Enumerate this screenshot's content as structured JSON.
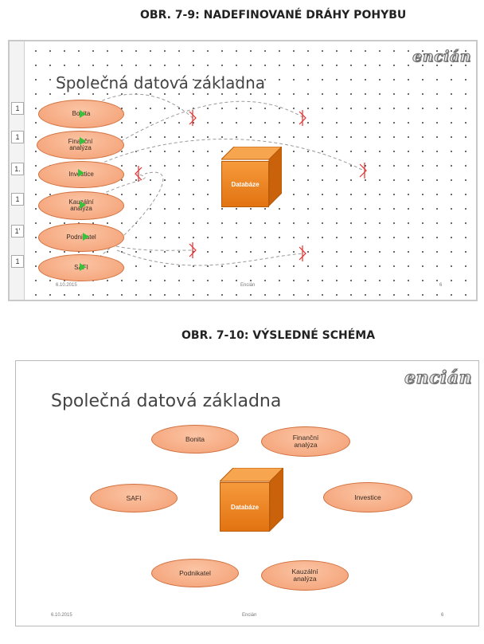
{
  "captions": [
    {
      "prefix": "OBR.",
      "number": "7-9:",
      "first": "N",
      "rest": "ADEFINOVANÉ DRÁHY POHYBU"
    },
    {
      "prefix": "OBR.",
      "number": "7-10:",
      "first": "V",
      "rest": "ÝSLEDNÉ SCHÉMA"
    }
  ],
  "slide1": {
    "title": "Společná datová základna",
    "logo": "encián",
    "ruler_numbers": [
      "1",
      "1",
      "1.",
      "1",
      "1'",
      "1"
    ],
    "items": [
      {
        "label1": "Bonita",
        "label2": ""
      },
      {
        "label1": "Finanční",
        "label2": "analýza"
      },
      {
        "label1": "Investice",
        "label2": ""
      },
      {
        "label1": "Kauzální",
        "label2": "analýza"
      },
      {
        "label1": "Podnikatel",
        "label2": ""
      },
      {
        "label1": "SAFI",
        "label2": ""
      }
    ],
    "cube_label": "Databáze",
    "footer": {
      "date": "6.10.2015",
      "center": "Encián",
      "page": "6"
    }
  },
  "slide2": {
    "title": "Společná datová základna",
    "logo": "encián",
    "items": [
      {
        "label1": "Bonita",
        "label2": ""
      },
      {
        "label1": "Finanční",
        "label2": "analýza"
      },
      {
        "label1": "SAFI",
        "label2": ""
      },
      {
        "label1": "Investice",
        "label2": ""
      },
      {
        "label1": "Podnikatel",
        "label2": ""
      },
      {
        "label1": "Kauzální",
        "label2": "analýza"
      }
    ],
    "cube_label": "Databáze",
    "footer": {
      "date": "6.10.2015",
      "center": "Encián",
      "page": "6"
    }
  },
  "colors": {
    "oval_fill": "#f7ad86",
    "oval_border": "#d0703e",
    "cube": "#f08a26",
    "motion_start": "#3cc13c",
    "motion_end": "#e23030"
  }
}
